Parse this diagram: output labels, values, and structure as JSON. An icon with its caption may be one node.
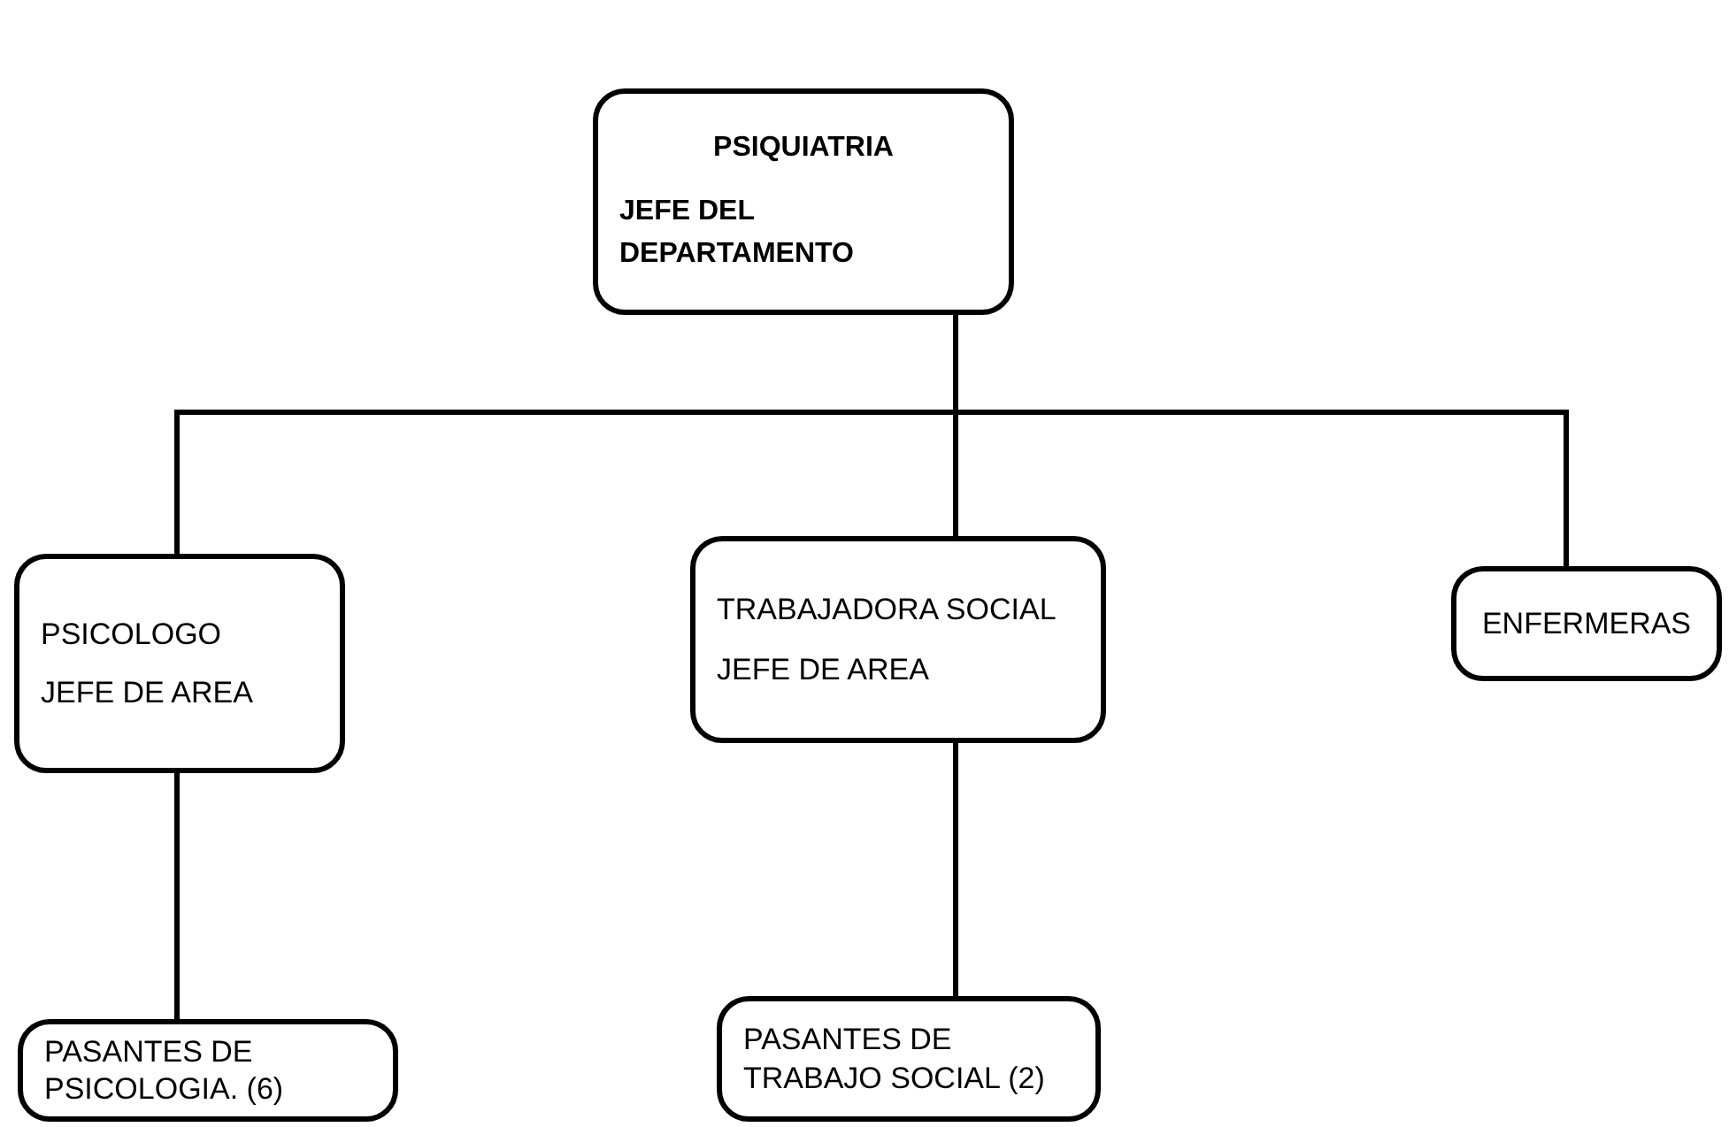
{
  "diagram": {
    "nodes": [
      {
        "text": [
          "PSIQUIATRIA",
          "JEFE DEL DEPARTAMENTO"
        ]
      },
      {
        "text": [
          "PSICOLOGO",
          "JEFE DE AREA"
        ]
      },
      {
        "text": [
          "TRABAJADORA SOCIAL",
          "JEFE DE AREA"
        ]
      },
      {
        "text": [
          "ENFERMERAS"
        ]
      },
      {
        "text": [
          "PASANTES DE PSICOLOGIA. (6)"
        ]
      },
      {
        "text": [
          "PASANTES DE TRABAJO SOCIAL (2)"
        ]
      }
    ],
    "edges": [
      {
        "from": 0,
        "to": 1,
        "arrow": "none"
      },
      {
        "from": 0,
        "to": 2,
        "arrow": "none"
      },
      {
        "from": 0,
        "to": 3,
        "arrow": "none"
      },
      {
        "from": 1,
        "to": 4,
        "arrow": "none"
      },
      {
        "from": 2,
        "to": 5,
        "arrow": "none"
      }
    ]
  }
}
